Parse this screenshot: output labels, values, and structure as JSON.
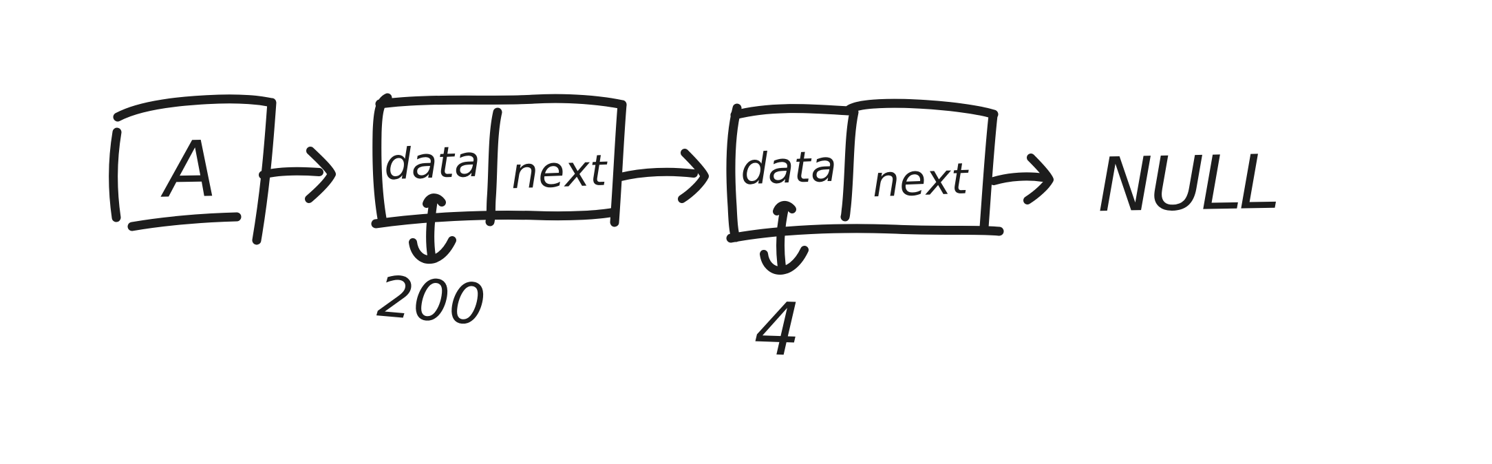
{
  "canvas": {
    "background_color": "#ffffff",
    "ink_color": "#1d1d1d"
  },
  "diagram": {
    "kind": "singly-linked-list-sketch",
    "head": {
      "label": "A"
    },
    "nodes": [
      {
        "data_label": "data",
        "next_label": "next",
        "value": "200"
      },
      {
        "data_label": "data",
        "next_label": "next",
        "value": "4"
      }
    ],
    "terminator_label": "NULL"
  }
}
